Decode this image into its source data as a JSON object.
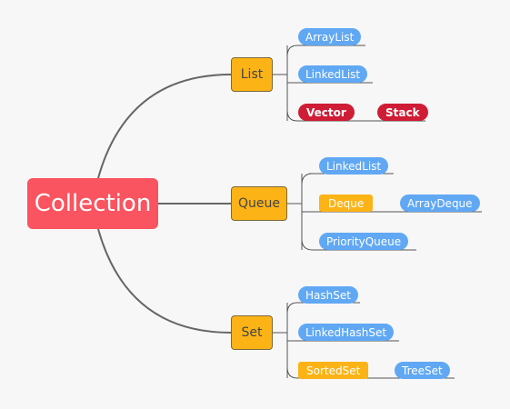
{
  "diagram": {
    "root": {
      "label": "Collection"
    },
    "branches": [
      {
        "label": "List",
        "items": [
          {
            "label": "ArrayList",
            "color": "#60a8f3"
          },
          {
            "label": "LinkedList",
            "color": "#60a8f3"
          },
          {
            "label": "Vector",
            "color": "#cf1d35",
            "children": [
              {
                "label": "Stack",
                "color": "#cf1d35"
              }
            ]
          }
        ]
      },
      {
        "label": "Queue",
        "items": [
          {
            "label": "LinkedList",
            "color": "#60a8f3"
          },
          {
            "label": "Deque",
            "color": "#fcb316",
            "children": [
              {
                "label": "ArrayDeque",
                "color": "#60a8f3"
              }
            ]
          },
          {
            "label": "PriorityQueue",
            "color": "#60a8f3"
          }
        ]
      },
      {
        "label": "Set",
        "items": [
          {
            "label": "HashSet",
            "color": "#60a8f3"
          },
          {
            "label": "LinkedHashSet",
            "color": "#60a8f3"
          },
          {
            "label": "SortedSet",
            "color": "#fcb316",
            "children": [
              {
                "label": "TreeSet",
                "color": "#60a8f3"
              }
            ]
          }
        ]
      }
    ]
  },
  "colors": {
    "root_bg": "#f9545f",
    "branch_bg": "#fcb316",
    "leaf_blue": "#60a8f3",
    "leaf_red": "#cf1d35",
    "connector": "#666666",
    "background": "#f7f7f7"
  }
}
